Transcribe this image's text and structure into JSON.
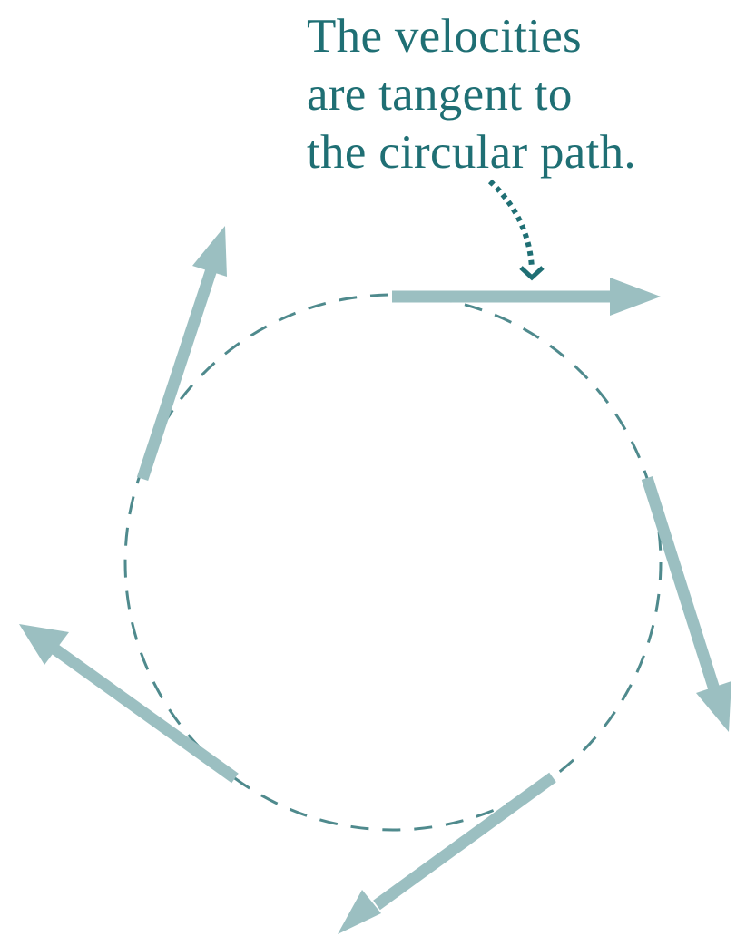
{
  "annotation": {
    "lines": [
      "The velocities",
      "are tangent to",
      "the circular path."
    ],
    "color": "#1f6f74"
  },
  "colors": {
    "path_stroke": "#4f8a8d",
    "velocity_arrow": "#9bbfc1",
    "pointer_arrow": "#1f6f74",
    "background": "#ffffff"
  }
}
